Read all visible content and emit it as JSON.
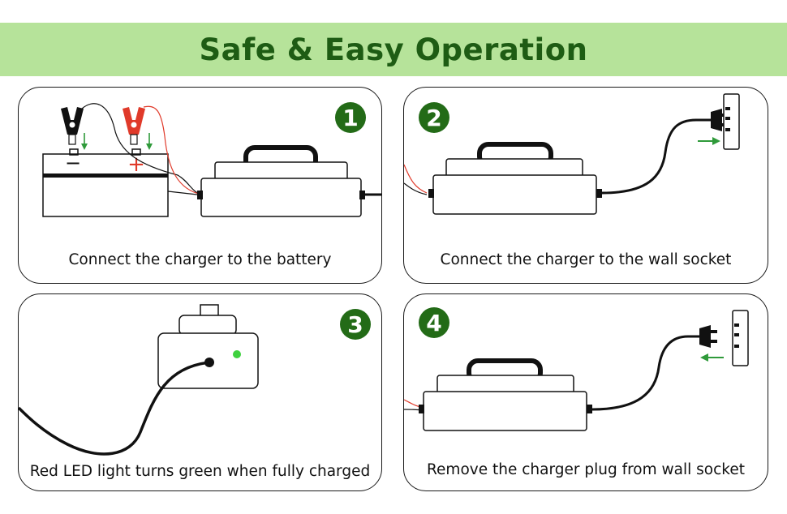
{
  "title": "Safe & Easy Operation",
  "colors": {
    "banner_bg": "#b6e39a",
    "title_text": "#1e5c14",
    "badge_bg": "#236b17",
    "arrow_green": "#2f9a3a",
    "clip_red": "#e03a2a",
    "led_green": "#3fd13f"
  },
  "battery": {
    "negative_sign": "−",
    "positive_sign": "+"
  },
  "steps": [
    {
      "number": "1",
      "caption": "Connect the charger to the battery"
    },
    {
      "number": "2",
      "caption": "Connect the charger to the wall socket"
    },
    {
      "number": "3",
      "caption": "Red LED light turns green when fully charged"
    },
    {
      "number": "4",
      "caption": "Remove the charger plug from wall socket"
    }
  ]
}
